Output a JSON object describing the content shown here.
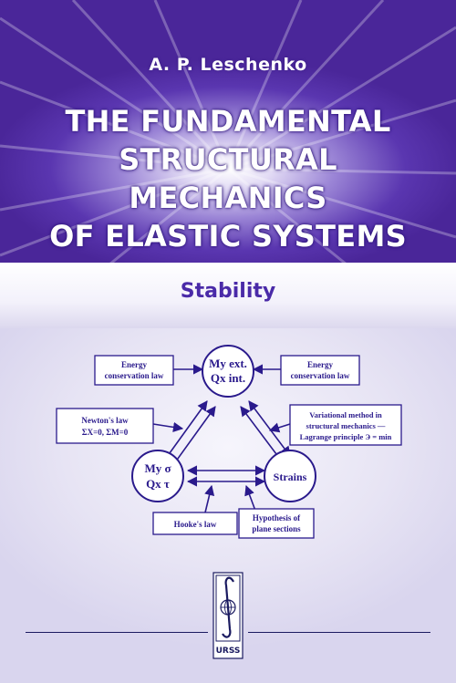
{
  "cover": {
    "author": "A. P. Leschenko",
    "title_lines": [
      "THE FUNDAMENTAL",
      "STRUCTURAL",
      "MECHANICS",
      "OF ELASTIC SYSTEMS"
    ],
    "subtitle": "Stability",
    "publisher": "URSS",
    "colors": {
      "band": "#4a2699",
      "diagram_ink": "#2a1a8c",
      "subtitle": "#4a2aa8"
    }
  },
  "diagram": {
    "top_node": [
      "My ext.",
      "Qx int."
    ],
    "left_node": [
      "My σ",
      "Qx τ"
    ],
    "right_node": "Strains",
    "energy_left": [
      "Energy",
      "conservation law"
    ],
    "energy_right": [
      "Energy",
      "conservation law"
    ],
    "newton": [
      "Newton's law",
      "ΣX=0, ΣM=0"
    ],
    "variational": [
      "Variational method in",
      "structural mechanics —",
      "Lagrange principle Э = min"
    ],
    "hooke": "Hooke's law",
    "hypothesis": [
      "Hypothesis of",
      "plane sections"
    ]
  }
}
